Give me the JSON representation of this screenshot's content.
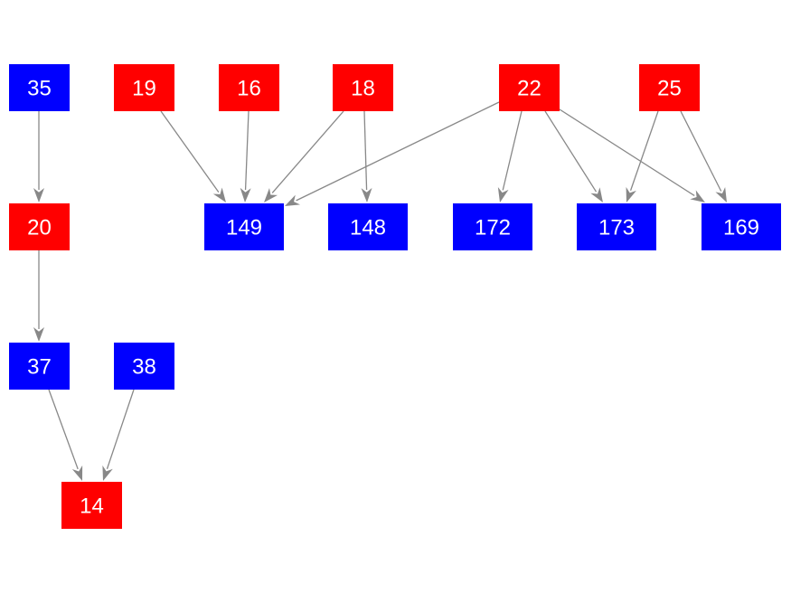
{
  "colors": {
    "red": "#ff0000",
    "blue": "#0000ff",
    "edge": "#888888",
    "text": "#ffffff"
  },
  "nodes": [
    {
      "id": "n35",
      "label": "35",
      "color": "blue"
    },
    {
      "id": "n19",
      "label": "19",
      "color": "red"
    },
    {
      "id": "n16",
      "label": "16",
      "color": "red"
    },
    {
      "id": "n18",
      "label": "18",
      "color": "red"
    },
    {
      "id": "n22",
      "label": "22",
      "color": "red"
    },
    {
      "id": "n25",
      "label": "25",
      "color": "red"
    },
    {
      "id": "n20",
      "label": "20",
      "color": "red"
    },
    {
      "id": "n149",
      "label": "149",
      "color": "blue"
    },
    {
      "id": "n148",
      "label": "148",
      "color": "blue"
    },
    {
      "id": "n172",
      "label": "172",
      "color": "blue"
    },
    {
      "id": "n173",
      "label": "173",
      "color": "blue"
    },
    {
      "id": "n169",
      "label": "169",
      "color": "blue"
    },
    {
      "id": "n37",
      "label": "37",
      "color": "blue"
    },
    {
      "id": "n38",
      "label": "38",
      "color": "blue"
    },
    {
      "id": "n14",
      "label": "14",
      "color": "red"
    }
  ],
  "edges": [
    {
      "from": "n35",
      "to": "n20"
    },
    {
      "from": "n20",
      "to": "n37"
    },
    {
      "from": "n37",
      "to": "n14"
    },
    {
      "from": "n38",
      "to": "n14"
    },
    {
      "from": "n19",
      "to": "n149"
    },
    {
      "from": "n16",
      "to": "n149"
    },
    {
      "from": "n18",
      "to": "n149"
    },
    {
      "from": "n18",
      "to": "n148"
    },
    {
      "from": "n22",
      "to": "n149"
    },
    {
      "from": "n22",
      "to": "n172"
    },
    {
      "from": "n22",
      "to": "n173"
    },
    {
      "from": "n22",
      "to": "n169"
    },
    {
      "from": "n25",
      "to": "n173"
    },
    {
      "from": "n25",
      "to": "n169"
    }
  ]
}
